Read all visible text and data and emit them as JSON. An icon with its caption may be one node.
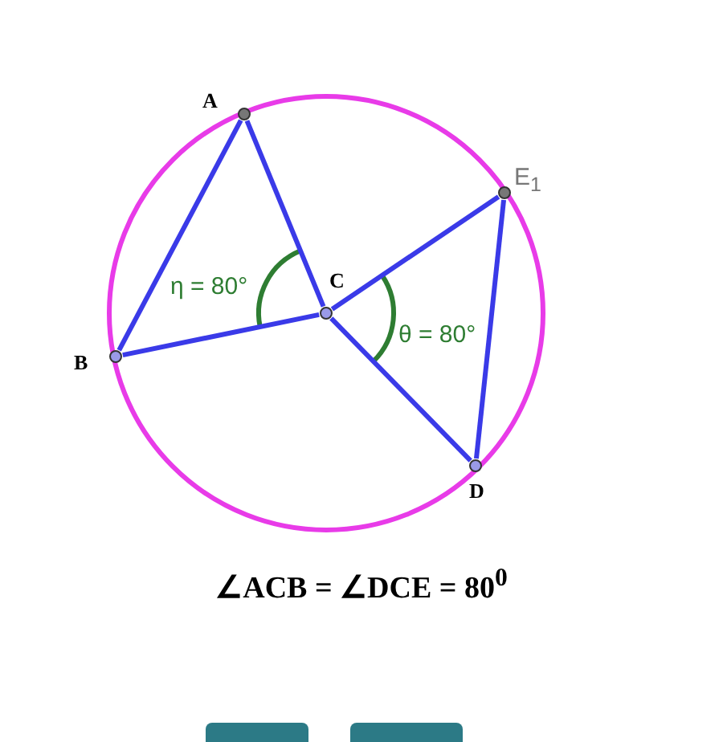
{
  "diagram": {
    "caption": "∠ACB = ∠DCE = 80$^{0}$",
    "nodes": [
      {
        "text": [
          "A"
        ]
      },
      {
        "text": [
          "B"
        ]
      },
      {
        "text": [
          "C"
        ]
      },
      {
        "text": [
          "D"
        ]
      },
      {
        "text": [
          "E$_{1}$"
        ]
      }
    ],
    "edges": [
      {
        "from": 0,
        "to": 1,
        "arrow": "none"
      },
      {
        "from": 0,
        "to": 2,
        "arrow": "none"
      },
      {
        "from": 1,
        "to": 2,
        "arrow": "none"
      },
      {
        "from": 2,
        "to": 4,
        "arrow": "none"
      },
      {
        "from": 2,
        "to": 3,
        "arrow": "none"
      },
      {
        "from": 4,
        "to": 3,
        "arrow": "none"
      }
    ],
    "labels": [
      "η = 80°",
      "θ = 80°"
    ]
  }
}
